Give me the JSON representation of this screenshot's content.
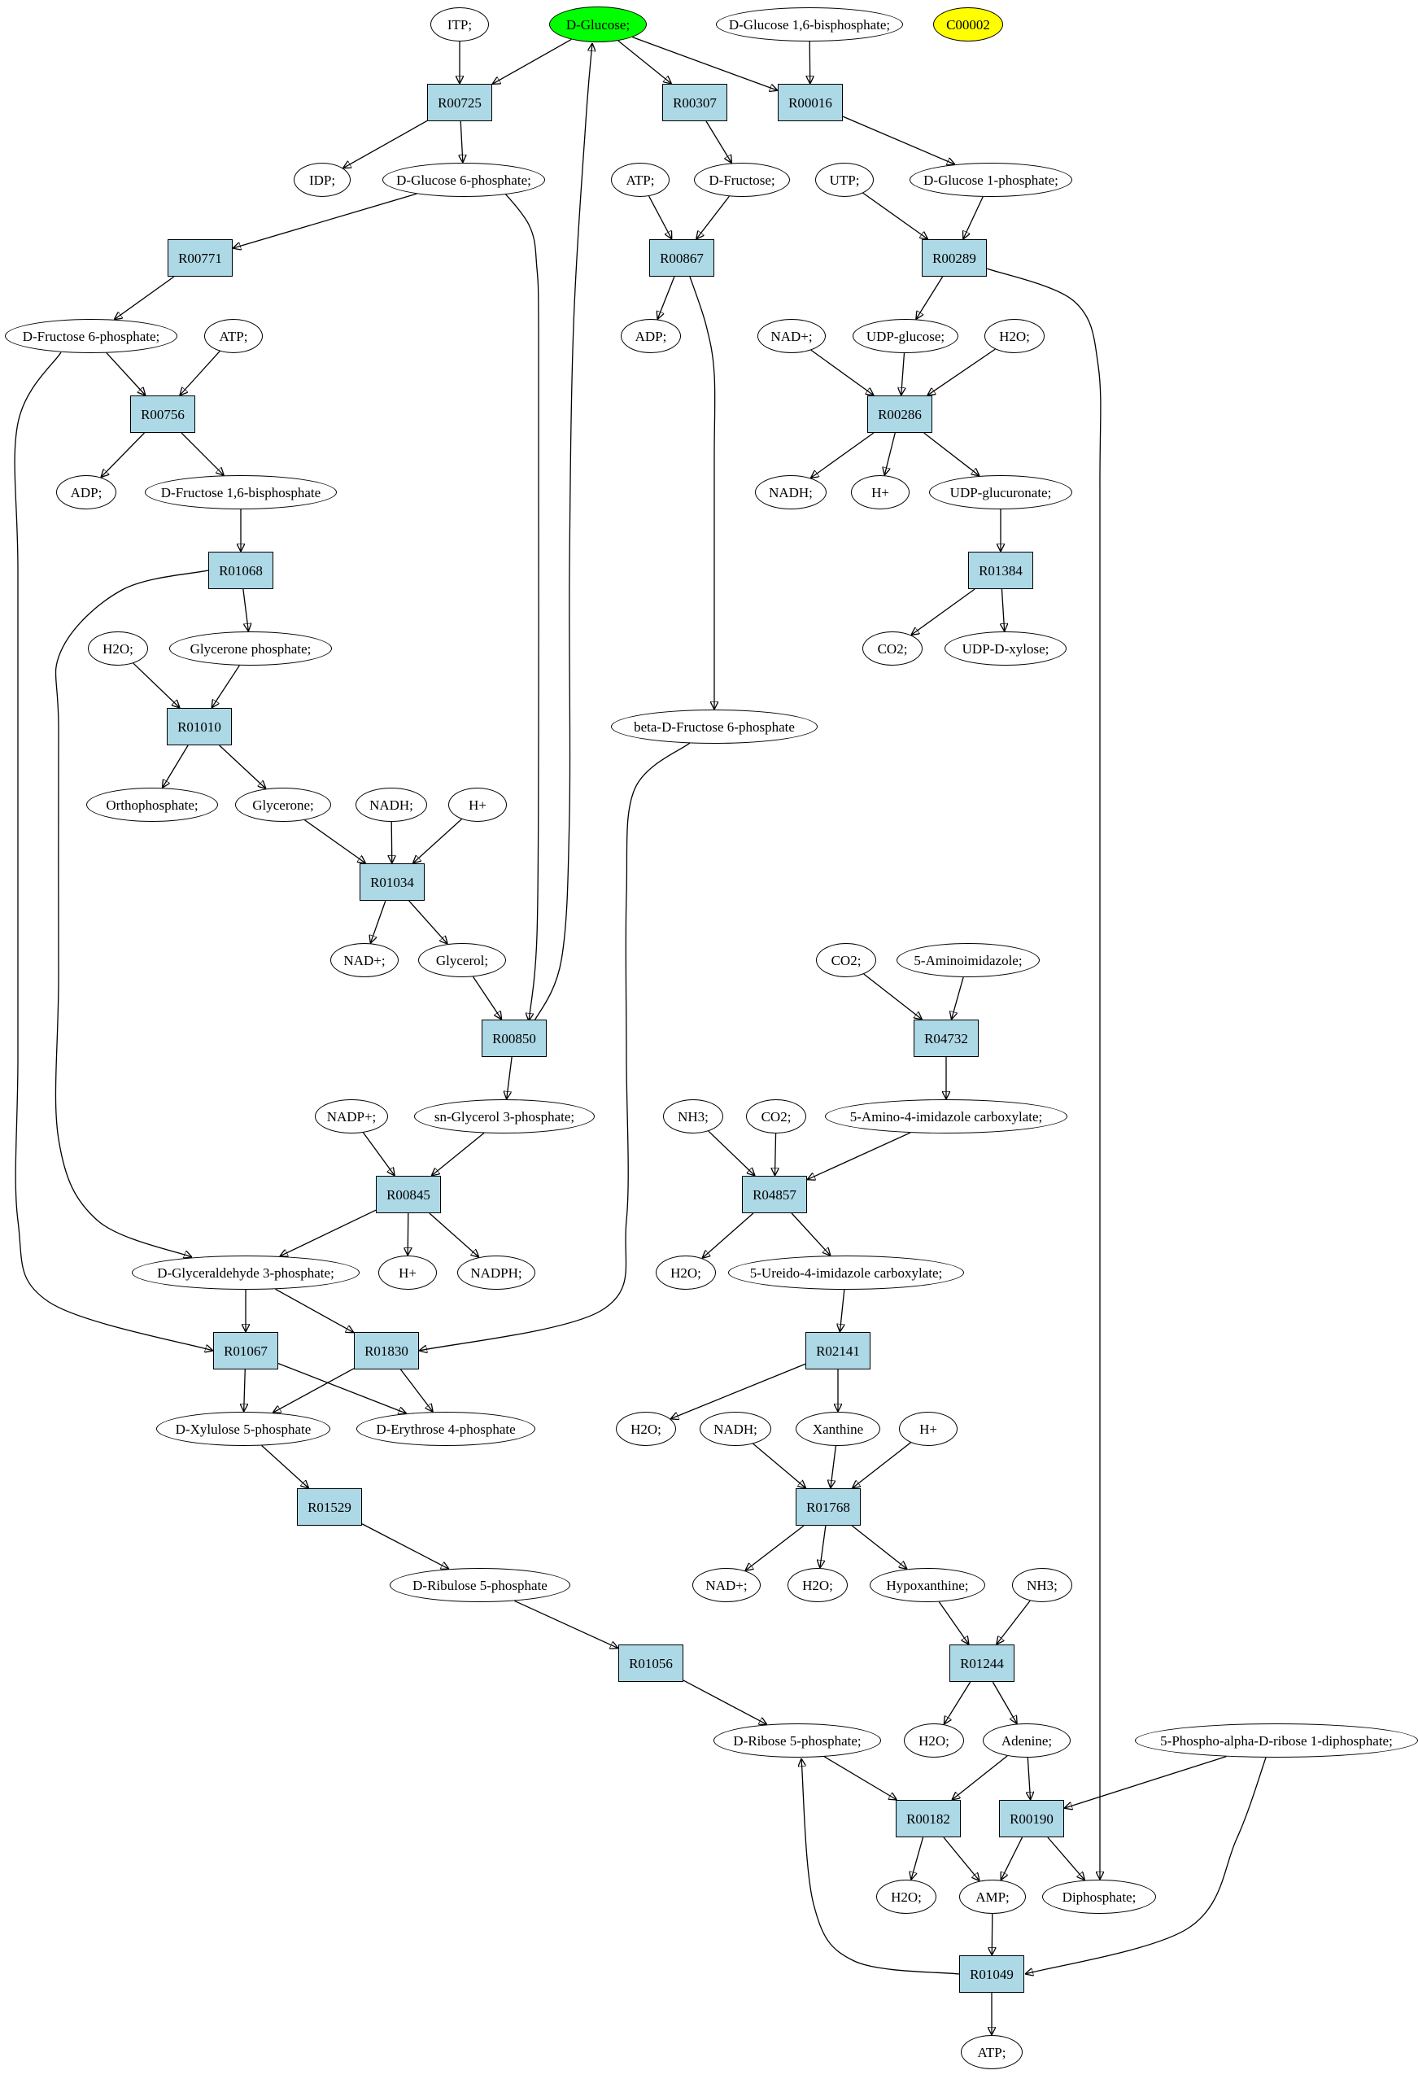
{
  "colors": {
    "reaction": "#add8e6",
    "metabolite": "#ffffff",
    "highlight_green": "#00ff00",
    "highlight_yellow": "#ffff00",
    "edge": "#000000"
  },
  "nodes": [
    {
      "id": "m_itp",
      "label": "ITP;",
      "kind": "metabolite"
    },
    {
      "id": "m_glc",
      "label": "D-Glucose;",
      "kind": "metabolite",
      "fill": "#00ff00"
    },
    {
      "id": "m_g16bp",
      "label": "D-Glucose 1,6-bisphosphate;",
      "kind": "metabolite"
    },
    {
      "id": "m_c00002",
      "label": "C00002",
      "kind": "metabolite",
      "fill": "#ffff00"
    },
    {
      "id": "r_R00725",
      "label": "R00725",
      "kind": "reaction"
    },
    {
      "id": "r_R00307",
      "label": "R00307",
      "kind": "reaction"
    },
    {
      "id": "r_R00016",
      "label": "R00016",
      "kind": "reaction"
    },
    {
      "id": "m_idp",
      "label": "IDP;",
      "kind": "metabolite"
    },
    {
      "id": "m_g6p",
      "label": "D-Glucose 6-phosphate;",
      "kind": "metabolite"
    },
    {
      "id": "m_atp1",
      "label": "ATP;",
      "kind": "metabolite"
    },
    {
      "id": "m_fru",
      "label": "D-Fructose;",
      "kind": "metabolite"
    },
    {
      "id": "m_utp",
      "label": "UTP;",
      "kind": "metabolite"
    },
    {
      "id": "m_g1p",
      "label": "D-Glucose 1-phosphate;",
      "kind": "metabolite"
    },
    {
      "id": "r_R00771",
      "label": "R00771",
      "kind": "reaction"
    },
    {
      "id": "r_R00867",
      "label": "R00867",
      "kind": "reaction"
    },
    {
      "id": "r_R00289",
      "label": "R00289",
      "kind": "reaction"
    },
    {
      "id": "m_f6p",
      "label": "D-Fructose 6-phosphate;",
      "kind": "metabolite"
    },
    {
      "id": "m_atp2",
      "label": "ATP;",
      "kind": "metabolite"
    },
    {
      "id": "m_adp1",
      "label": "ADP;",
      "kind": "metabolite"
    },
    {
      "id": "m_nad1",
      "label": "NAD+;",
      "kind": "metabolite"
    },
    {
      "id": "m_udpg",
      "label": "UDP-glucose;",
      "kind": "metabolite"
    },
    {
      "id": "m_h2o1",
      "label": "H2O;",
      "kind": "metabolite"
    },
    {
      "id": "r_R00756",
      "label": "R00756",
      "kind": "reaction"
    },
    {
      "id": "r_R00286",
      "label": "R00286",
      "kind": "reaction"
    },
    {
      "id": "m_adp2",
      "label": "ADP;",
      "kind": "metabolite"
    },
    {
      "id": "m_fbp",
      "label": "D-Fructose 1,6-bisphosphate",
      "kind": "metabolite"
    },
    {
      "id": "m_nadh1",
      "label": "NADH;",
      "kind": "metabolite"
    },
    {
      "id": "m_h1",
      "label": "H+",
      "kind": "metabolite"
    },
    {
      "id": "m_udpga",
      "label": "UDP-glucuronate;",
      "kind": "metabolite"
    },
    {
      "id": "r_R01068",
      "label": "R01068",
      "kind": "reaction"
    },
    {
      "id": "r_R01384",
      "label": "R01384",
      "kind": "reaction"
    },
    {
      "id": "m_h2o2",
      "label": "H2O;",
      "kind": "metabolite"
    },
    {
      "id": "m_dhap",
      "label": "Glycerone phosphate;",
      "kind": "metabolite"
    },
    {
      "id": "m_co2a",
      "label": "CO2;",
      "kind": "metabolite"
    },
    {
      "id": "m_udpx",
      "label": "UDP-D-xylose;",
      "kind": "metabolite"
    },
    {
      "id": "r_R01010",
      "label": "R01010",
      "kind": "reaction"
    },
    {
      "id": "m_bf6p",
      "label": "beta-D-Fructose 6-phosphate",
      "kind": "metabolite"
    },
    {
      "id": "m_pi",
      "label": "Orthophosphate;",
      "kind": "metabolite"
    },
    {
      "id": "m_glycerone",
      "label": "Glycerone;",
      "kind": "metabolite"
    },
    {
      "id": "m_nadh2",
      "label": "NADH;",
      "kind": "metabolite"
    },
    {
      "id": "m_h2",
      "label": "H+",
      "kind": "metabolite"
    },
    {
      "id": "r_R01034",
      "label": "R01034",
      "kind": "reaction"
    },
    {
      "id": "m_nad2",
      "label": "NAD+;",
      "kind": "metabolite"
    },
    {
      "id": "m_glycerol",
      "label": "Glycerol;",
      "kind": "metabolite"
    },
    {
      "id": "m_co2b",
      "label": "CO2;",
      "kind": "metabolite"
    },
    {
      "id": "m_air",
      "label": "5-Aminoimidazole;",
      "kind": "metabolite"
    },
    {
      "id": "r_R00850",
      "label": "R00850",
      "kind": "reaction"
    },
    {
      "id": "r_R04732",
      "label": "R04732",
      "kind": "reaction"
    },
    {
      "id": "m_nadp",
      "label": "NADP+;",
      "kind": "metabolite"
    },
    {
      "id": "m_g3p",
      "label": "sn-Glycerol 3-phosphate;",
      "kind": "metabolite"
    },
    {
      "id": "m_nh3a",
      "label": "NH3;",
      "kind": "metabolite"
    },
    {
      "id": "m_co2c",
      "label": "CO2;",
      "kind": "metabolite"
    },
    {
      "id": "m_caiac",
      "label": "5-Amino-4-imidazole carboxylate;",
      "kind": "metabolite"
    },
    {
      "id": "r_R00845",
      "label": "R00845",
      "kind": "reaction"
    },
    {
      "id": "r_R04857",
      "label": "R04857",
      "kind": "reaction"
    },
    {
      "id": "m_gap",
      "label": "D-Glyceraldehyde 3-phosphate;",
      "kind": "metabolite"
    },
    {
      "id": "m_h3",
      "label": "H+",
      "kind": "metabolite"
    },
    {
      "id": "m_nadph",
      "label": "NADPH;",
      "kind": "metabolite"
    },
    {
      "id": "m_h2o3",
      "label": "H2O;",
      "kind": "metabolite"
    },
    {
      "id": "m_uic",
      "label": "5-Ureido-4-imidazole carboxylate;",
      "kind": "metabolite"
    },
    {
      "id": "r_R01067",
      "label": "R01067",
      "kind": "reaction"
    },
    {
      "id": "r_R01830",
      "label": "R01830",
      "kind": "reaction"
    },
    {
      "id": "r_R02141",
      "label": "R02141",
      "kind": "reaction"
    },
    {
      "id": "m_xu5p",
      "label": "D-Xylulose 5-phosphate",
      "kind": "metabolite"
    },
    {
      "id": "m_e4p",
      "label": "D-Erythrose 4-phosphate",
      "kind": "metabolite"
    },
    {
      "id": "m_h2o4",
      "label": "H2O;",
      "kind": "metabolite"
    },
    {
      "id": "m_nadh3",
      "label": "NADH;",
      "kind": "metabolite"
    },
    {
      "id": "m_xan",
      "label": "Xanthine",
      "kind": "metabolite"
    },
    {
      "id": "m_h4",
      "label": "H+",
      "kind": "metabolite"
    },
    {
      "id": "r_R01529",
      "label": "R01529",
      "kind": "reaction"
    },
    {
      "id": "r_R01768",
      "label": "R01768",
      "kind": "reaction"
    },
    {
      "id": "m_ru5p",
      "label": "D-Ribulose 5-phosphate",
      "kind": "metabolite"
    },
    {
      "id": "m_nad3",
      "label": "NAD+;",
      "kind": "metabolite"
    },
    {
      "id": "m_h2o5",
      "label": "H2O;",
      "kind": "metabolite"
    },
    {
      "id": "m_hyp",
      "label": "Hypoxanthine;",
      "kind": "metabolite"
    },
    {
      "id": "m_nh3b",
      "label": "NH3;",
      "kind": "metabolite"
    },
    {
      "id": "r_R01056",
      "label": "R01056",
      "kind": "reaction"
    },
    {
      "id": "r_R01244",
      "label": "R01244",
      "kind": "reaction"
    },
    {
      "id": "m_r5p",
      "label": "D-Ribose 5-phosphate;",
      "kind": "metabolite"
    },
    {
      "id": "m_h2o6",
      "label": "H2O;",
      "kind": "metabolite"
    },
    {
      "id": "m_ade",
      "label": "Adenine;",
      "kind": "metabolite"
    },
    {
      "id": "m_prpp",
      "label": "5-Phospho-alpha-D-ribose 1-diphosphate;",
      "kind": "metabolite"
    },
    {
      "id": "r_R00182",
      "label": "R00182",
      "kind": "reaction"
    },
    {
      "id": "r_R00190",
      "label": "R00190",
      "kind": "reaction"
    },
    {
      "id": "m_h2o7",
      "label": "H2O;",
      "kind": "metabolite"
    },
    {
      "id": "m_amp",
      "label": "AMP;",
      "kind": "metabolite"
    },
    {
      "id": "m_ppi",
      "label": "Diphosphate;",
      "kind": "metabolite"
    },
    {
      "id": "r_R01049",
      "label": "R01049",
      "kind": "reaction"
    },
    {
      "id": "m_atp3",
      "label": "ATP;",
      "kind": "metabolite"
    }
  ],
  "edges": [
    [
      "m_itp",
      "r_R00725"
    ],
    [
      "m_glc",
      "r_R00725"
    ],
    [
      "m_glc",
      "r_R00307"
    ],
    [
      "m_glc",
      "r_R00016"
    ],
    [
      "m_g16bp",
      "r_R00016"
    ],
    [
      "r_R00725",
      "m_idp"
    ],
    [
      "r_R00725",
      "m_g6p"
    ],
    [
      "r_R00307",
      "m_fru"
    ],
    [
      "r_R00016",
      "m_g1p"
    ],
    [
      "m_g6p",
      "r_R00771"
    ],
    [
      "m_atp1",
      "r_R00867"
    ],
    [
      "m_fru",
      "r_R00867"
    ],
    [
      "m_utp",
      "r_R00289"
    ],
    [
      "m_g1p",
      "r_R00289"
    ],
    [
      "r_R00771",
      "m_f6p"
    ],
    [
      "r_R00867",
      "m_adp1"
    ],
    [
      "r_R00289",
      "m_udpg"
    ],
    [
      "m_f6p",
      "r_R00756"
    ],
    [
      "m_atp2",
      "r_R00756"
    ],
    [
      "m_nad1",
      "r_R00286"
    ],
    [
      "m_udpg",
      "r_R00286"
    ],
    [
      "m_h2o1",
      "r_R00286"
    ],
    [
      "r_R00756",
      "m_adp2"
    ],
    [
      "r_R00756",
      "m_fbp"
    ],
    [
      "r_R00286",
      "m_nadh1"
    ],
    [
      "r_R00286",
      "m_h1"
    ],
    [
      "r_R00286",
      "m_udpga"
    ],
    [
      "m_fbp",
      "r_R01068"
    ],
    [
      "m_udpga",
      "r_R01384"
    ],
    [
      "r_R01068",
      "m_dhap"
    ],
    [
      "r_R01384",
      "m_co2a"
    ],
    [
      "r_R01384",
      "m_udpx"
    ],
    [
      "m_h2o2",
      "r_R01010"
    ],
    [
      "m_dhap",
      "r_R01010"
    ],
    [
      "r_R00867",
      "m_bf6p"
    ],
    [
      "r_R01010",
      "m_pi"
    ],
    [
      "r_R01010",
      "m_glycerone"
    ],
    [
      "m_glycerone",
      "r_R01034"
    ],
    [
      "m_nadh2",
      "r_R01034"
    ],
    [
      "m_h2",
      "r_R01034"
    ],
    [
      "r_R01034",
      "m_nad2"
    ],
    [
      "r_R01034",
      "m_glycerol"
    ],
    [
      "m_glycerol",
      "r_R00850"
    ],
    [
      "m_g6p",
      "r_R00850"
    ],
    [
      "r_R00850",
      "m_glc"
    ],
    [
      "r_R00850",
      "m_g3p"
    ],
    [
      "m_co2b",
      "r_R04732"
    ],
    [
      "m_air",
      "r_R04732"
    ],
    [
      "r_R04732",
      "m_caiac"
    ],
    [
      "m_nadp",
      "r_R00845"
    ],
    [
      "m_g3p",
      "r_R00845"
    ],
    [
      "r_R00845",
      "m_gap"
    ],
    [
      "r_R00845",
      "m_h3"
    ],
    [
      "r_R00845",
      "m_nadph"
    ],
    [
      "m_nh3a",
      "r_R04857"
    ],
    [
      "m_co2c",
      "r_R04857"
    ],
    [
      "m_caiac",
      "r_R04857"
    ],
    [
      "r_R04857",
      "m_h2o3"
    ],
    [
      "r_R04857",
      "m_uic"
    ],
    [
      "r_R01068",
      "m_gap"
    ],
    [
      "m_gap",
      "r_R01067"
    ],
    [
      "m_f6p",
      "r_R01067"
    ],
    [
      "m_gap",
      "r_R01830"
    ],
    [
      "m_bf6p",
      "r_R01830"
    ],
    [
      "m_uic",
      "r_R02141"
    ],
    [
      "r_R01067",
      "m_xu5p"
    ],
    [
      "r_R01067",
      "m_e4p"
    ],
    [
      "r_R01830",
      "m_xu5p"
    ],
    [
      "r_R01830",
      "m_e4p"
    ],
    [
      "r_R02141",
      "m_h2o4"
    ],
    [
      "r_R02141",
      "m_xan"
    ],
    [
      "m_xu5p",
      "r_R01529"
    ],
    [
      "m_nadh3",
      "r_R01768"
    ],
    [
      "m_xan",
      "r_R01768"
    ],
    [
      "m_h4",
      "r_R01768"
    ],
    [
      "r_R01529",
      "m_ru5p"
    ],
    [
      "r_R01768",
      "m_nad3"
    ],
    [
      "r_R01768",
      "m_h2o5"
    ],
    [
      "r_R01768",
      "m_hyp"
    ],
    [
      "m_ru5p",
      "r_R01056"
    ],
    [
      "m_hyp",
      "r_R01244"
    ],
    [
      "m_nh3b",
      "r_R01244"
    ],
    [
      "r_R01056",
      "m_r5p"
    ],
    [
      "r_R01244",
      "m_h2o6"
    ],
    [
      "r_R01244",
      "m_ade"
    ],
    [
      "m_r5p",
      "r_R00182"
    ],
    [
      "m_ade",
      "r_R00182"
    ],
    [
      "m_ade",
      "r_R00190"
    ],
    [
      "m_prpp",
      "r_R00190"
    ],
    [
      "r_R00182",
      "m_h2o7"
    ],
    [
      "r_R00182",
      "m_amp"
    ],
    [
      "r_R00190",
      "m_amp"
    ],
    [
      "r_R00190",
      "m_ppi"
    ],
    [
      "r_R00289",
      "m_ppi"
    ],
    [
      "m_amp",
      "r_R01049"
    ],
    [
      "m_prpp",
      "r_R01049"
    ],
    [
      "r_R01049",
      "m_r5p"
    ],
    [
      "r_R01049",
      "m_atp3"
    ]
  ]
}
